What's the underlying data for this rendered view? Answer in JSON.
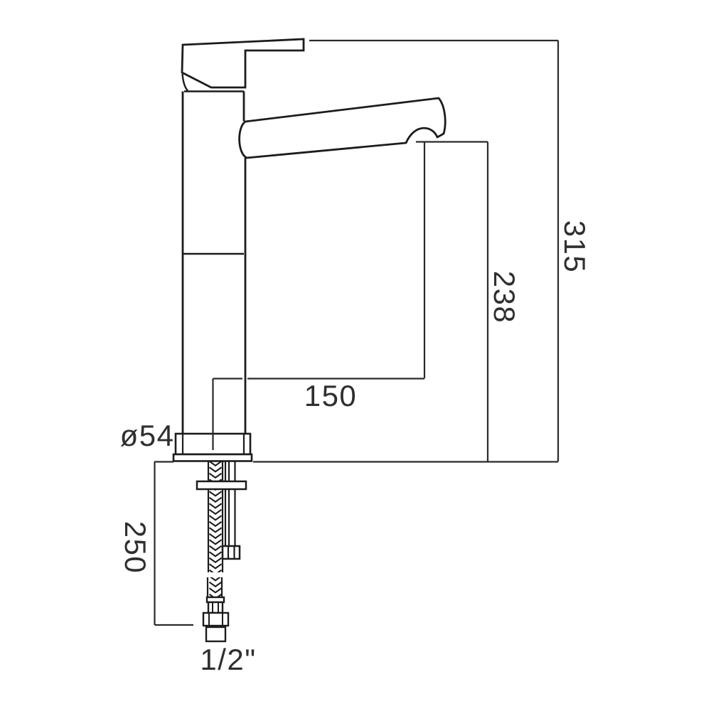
{
  "drawing": {
    "subject": "tall single-lever basin mixer tap, side elevation with dimensions"
  },
  "colors": {
    "background": "#ffffff",
    "object_line": "#1c1c1c",
    "dimension_line": "#2a2a2a",
    "text": "#2f2f2f"
  },
  "labels": {
    "overall_height": "315",
    "spout_height": "238",
    "spout_reach": "150",
    "base_diameter": "ø54",
    "below_counter_length": "250",
    "connection_size": "1/2\""
  }
}
